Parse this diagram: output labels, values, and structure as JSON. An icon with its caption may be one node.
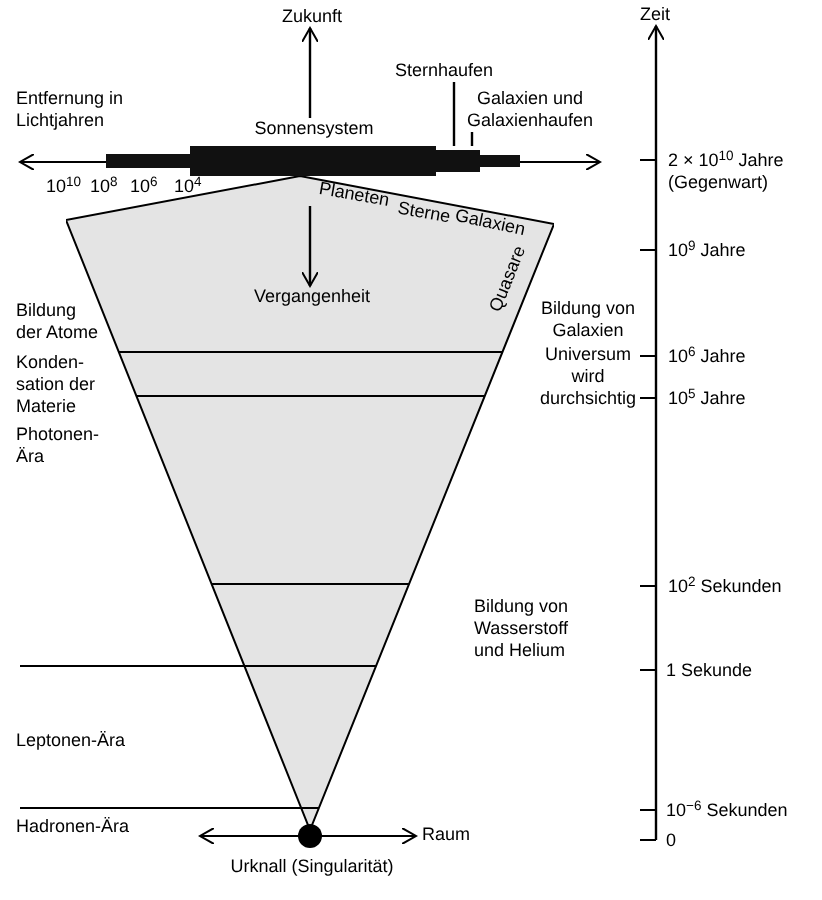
{
  "diagram": {
    "nodes": [
      {
        "text": [
          "Planeten",
          "Sterne",
          "Galaxien",
          "Quasare"
        ]
      },
      {
        "text": [
          "Vergangenheit"
        ],
        "in": 0
      },
      {
        "text": [],
        "shape": "bar"
      },
      {
        "text": [
          "Sonnensystem"
        ]
      },
      {
        "text": [
          "Zukunft"
        ]
      },
      {
        "text": [
          "Sternhaufen"
        ]
      },
      {
        "text": [
          "Galaxien und Galaxienhaufen"
        ]
      },
      {
        "text": [],
        "shape": "circle",
        "beside": [
          "Urknall (Singularität)"
        ]
      }
    ],
    "edges": [
      {
        "from": 3,
        "to": 4,
        "arrow": "to"
      },
      {
        "from": null,
        "to": 1,
        "arrow": "to"
      },
      {
        "from": 5,
        "to": 2,
        "arrow": "none"
      },
      {
        "from": 6,
        "to": 2,
        "arrow": "none"
      }
    ],
    "labels": [
      "Entfernung in Lichtjahren",
      "10$^{10}$",
      "10$^{8}$",
      "10$^{6}$",
      "10$^{4}$",
      "Zeit",
      "2 × 10$^{10}$ Jahre (Gegenwart)",
      "10$^{9}$ Jahre",
      "Bildung von Galaxien",
      "Bildung der Atome",
      "Universum wird durchsichtig",
      "10$^{6}$ Jahre",
      "Konden- sation der Materie",
      "10$^{5}$ Jahre",
      "Photonen- Ära",
      "10$^{2}$ Sekunden",
      "Bildung von Wasserstoff und Helium",
      "1 Sekunde",
      "Leptonen-Ära",
      "10$^{−6}$ Sekunden",
      "Hadronen-Ära",
      "0",
      "Raum"
    ]
  }
}
